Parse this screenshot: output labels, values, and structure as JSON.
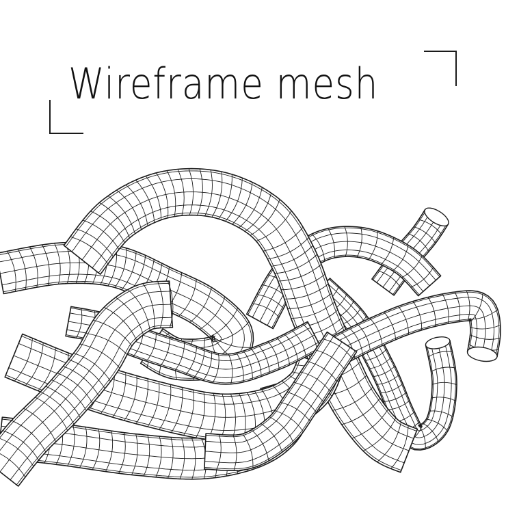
{
  "title": "Wireframe mesh",
  "colors": {
    "background": "#ffffff",
    "stroke": "#1a1a1a",
    "tube_fill": "#ffffff"
  },
  "icons": [
    "frame-corner-top-left",
    "frame-corner-bottom-right"
  ]
}
